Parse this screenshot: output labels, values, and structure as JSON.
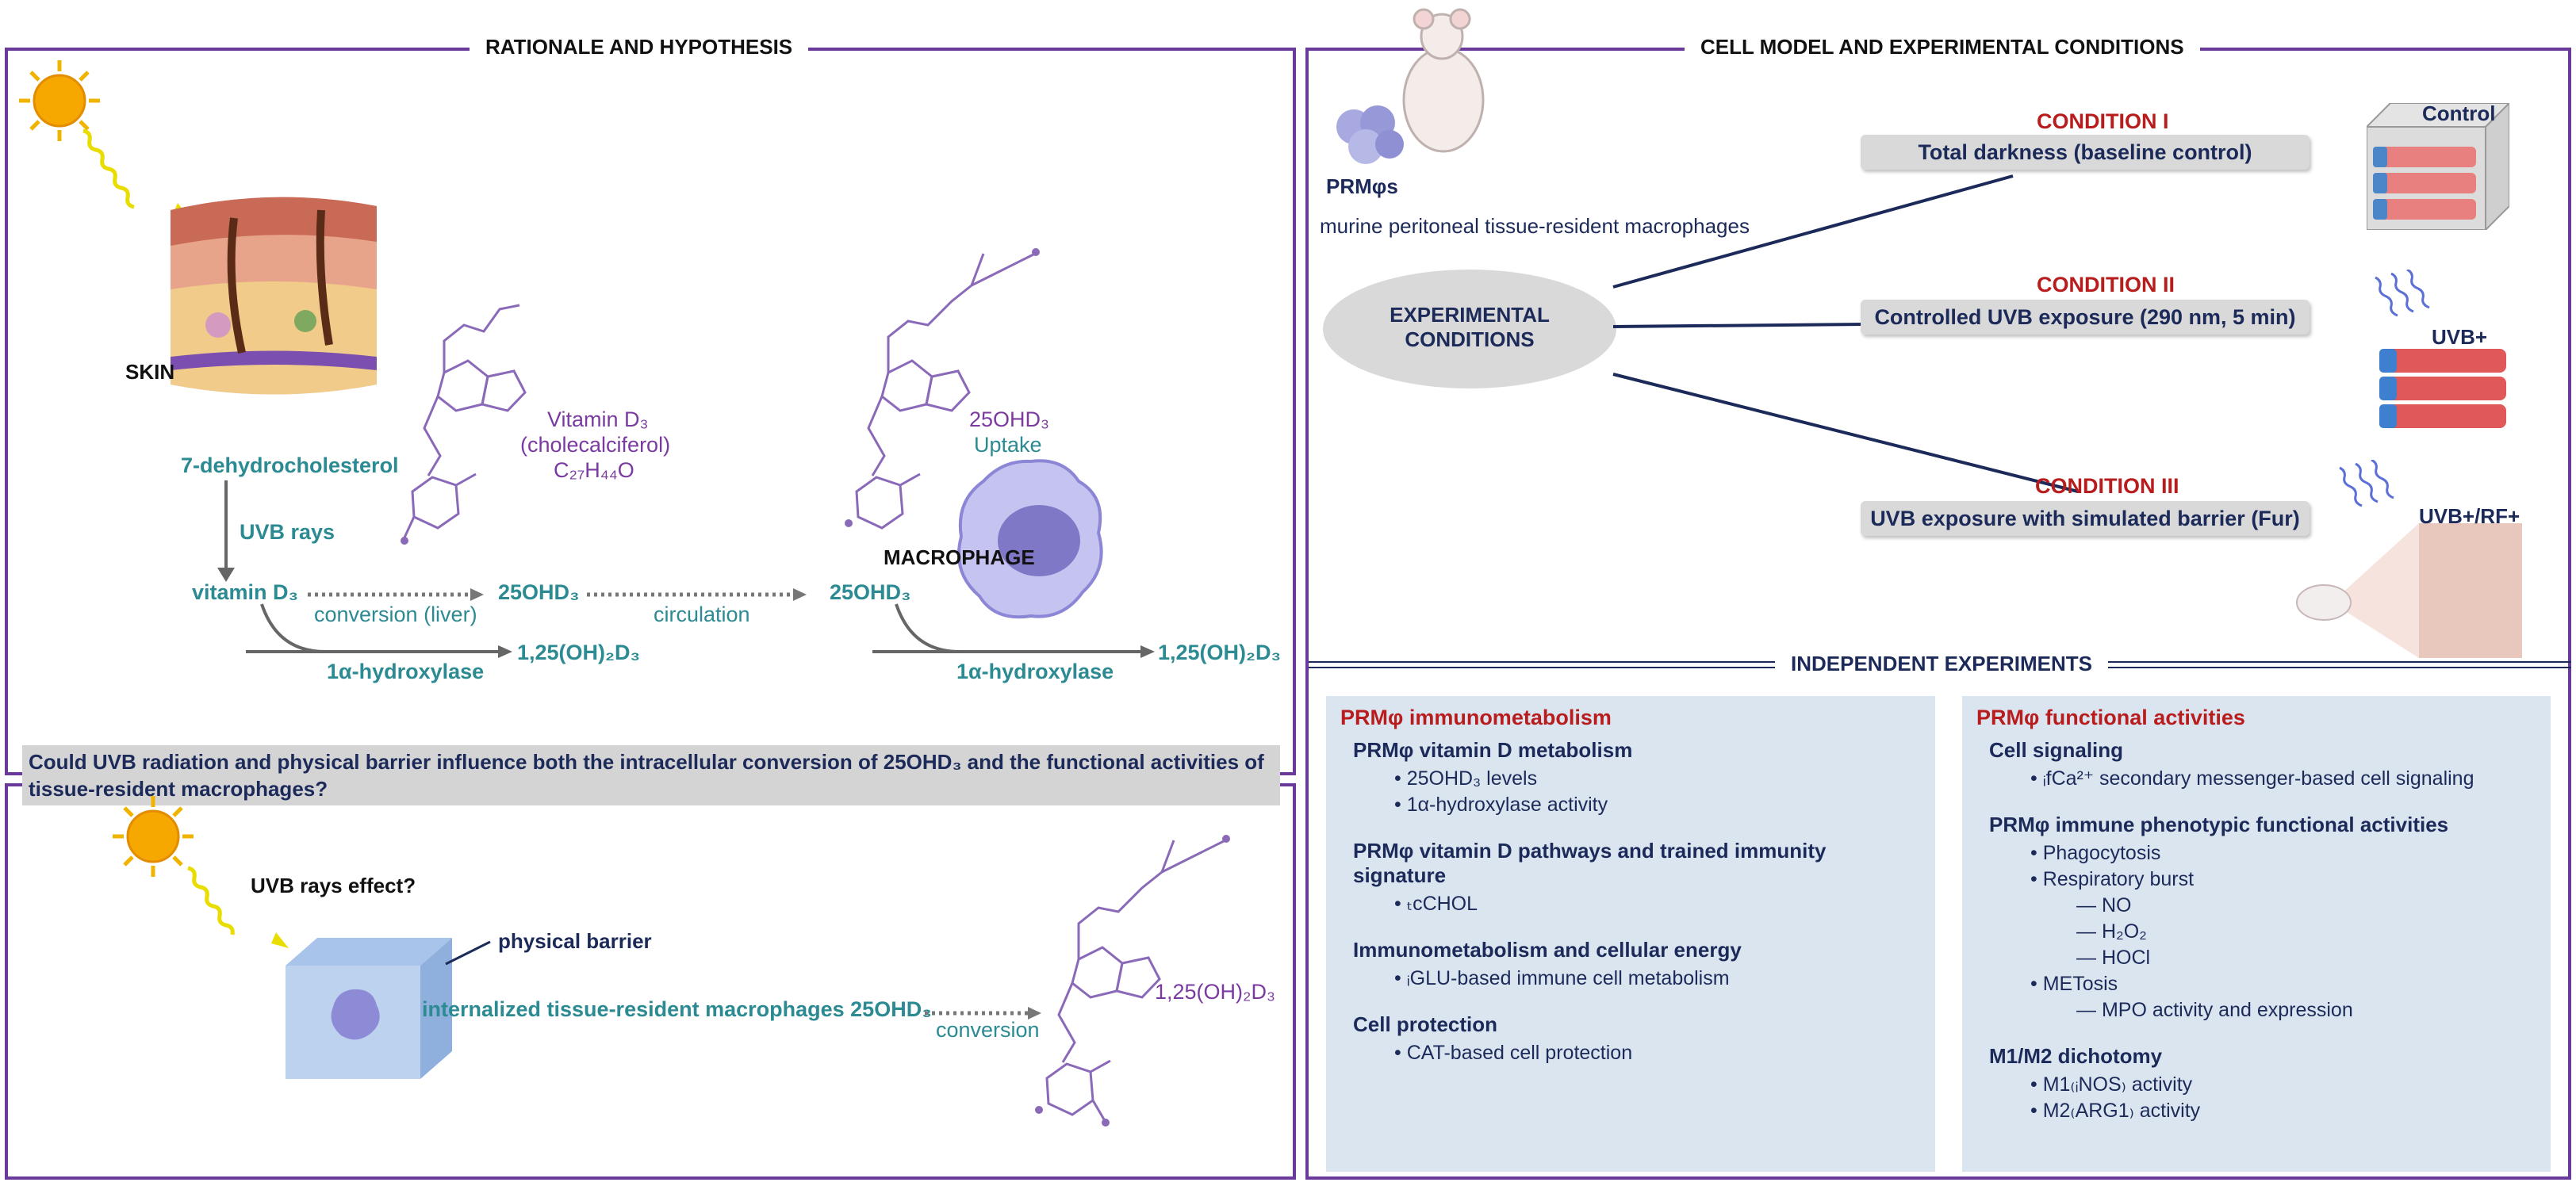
{
  "left": {
    "title": "RATIONALE AND HYPOTHESIS",
    "skin": "SKIN",
    "dehydro": "7-dehydrocholesterol",
    "uvb_rays": "UVB rays",
    "vitd3": "vitamin D₃",
    "conversion_liver": "conversion (liver)",
    "hd3_a": "25OHD₃",
    "circulation": "circulation",
    "hd3_b": "25OHD₃",
    "hydroxylase_a": "1α-hydroxylase",
    "dihydroxy_a": "1,25(OH)₂D₃",
    "hydroxylase_b": "1α-hydroxylase",
    "dihydroxy_b": "1,25(OH)₂D₃",
    "vitd_name": "Vitamin D₃",
    "vitd_alias": "(cholecalciferol)",
    "vitd_formula": "C₂₇H₄₄O",
    "uptake_a": "25OHD₃",
    "uptake_b": "Uptake",
    "macrophage": "MACROPHAGE",
    "question": "Could UVB radiation and physical barrier influence both the intracellular conversion of 25OHD₃ and the functional activities of tissue-resident macrophages?",
    "uvb_effect": "UVB rays effect?",
    "physical_barrier": "physical barrier",
    "internalized": "internalized tissue-resident macrophages 25OHD₃",
    "conversion": "conversion",
    "dihydroxy_c": "1,25(OH)₂D₃"
  },
  "right": {
    "title": "CELL MODEL AND EXPERIMENTAL CONDITIONS",
    "prm": "PRMφs",
    "prm_desc": "murine peritoneal tissue-resident macrophages",
    "exp_cond_1": "EXPERIMENTAL",
    "exp_cond_2": "CONDITIONS",
    "cond1_title": "CONDITION I",
    "cond1_desc": "Total darkness (baseline control)",
    "cond2_title": "CONDITION II",
    "cond2_desc": "Controlled UVB exposure (290 nm, 5 min)",
    "cond3_title": "CONDITION III",
    "cond3_desc": "UVB exposure with simulated barrier (Fur)",
    "flask1": "Control",
    "flask2": "UVB+",
    "flask3": "UVB+/RF+",
    "indep_title": "INDEPENDENT EXPERIMENTS"
  },
  "panel_left": {
    "title": "PRMφ immunometabolism",
    "groups": [
      {
        "heading": "PRMφ vitamin D metabolism",
        "items": [
          "• 25OHD₃ levels",
          "• 1α-hydroxylase activity"
        ]
      },
      {
        "heading": "PRMφ vitamin D pathways and trained immunity signature",
        "items": [
          "• ₜcCHOL"
        ]
      },
      {
        "heading": "Immunometabolism and cellular energy",
        "items": [
          "• ᵢGLU-based immune cell metabolism"
        ]
      },
      {
        "heading": "Cell protection",
        "items": [
          "• CAT-based cell protection"
        ]
      }
    ]
  },
  "panel_right": {
    "title": "PRMφ functional activities",
    "cell_signaling": "Cell signaling",
    "ca_item": "• ᵢfCa²⁺ secondary messenger-based cell signaling",
    "immune_heading": "PRMφ immune phenotypic functional activities",
    "phago": "• Phagocytosis",
    "resp": "• Respiratory burst",
    "no": "— NO",
    "h2o2": "— H₂O₂",
    "hocl": "— HOCl",
    "metosis": "• METosis",
    "mpo": "— MPO activity and expression",
    "m1m2": "M1/M2 dichotomy",
    "m1": "• M1₍ᵢNOS₎ activity",
    "m2": "• M2₍ARG1₎ activity"
  },
  "colors": {
    "frame": "#6a3a9a",
    "teal": "#2b8a92",
    "navy": "#1c2a5a",
    "red": "#b81c1c",
    "panel": "#dbe5f0"
  }
}
